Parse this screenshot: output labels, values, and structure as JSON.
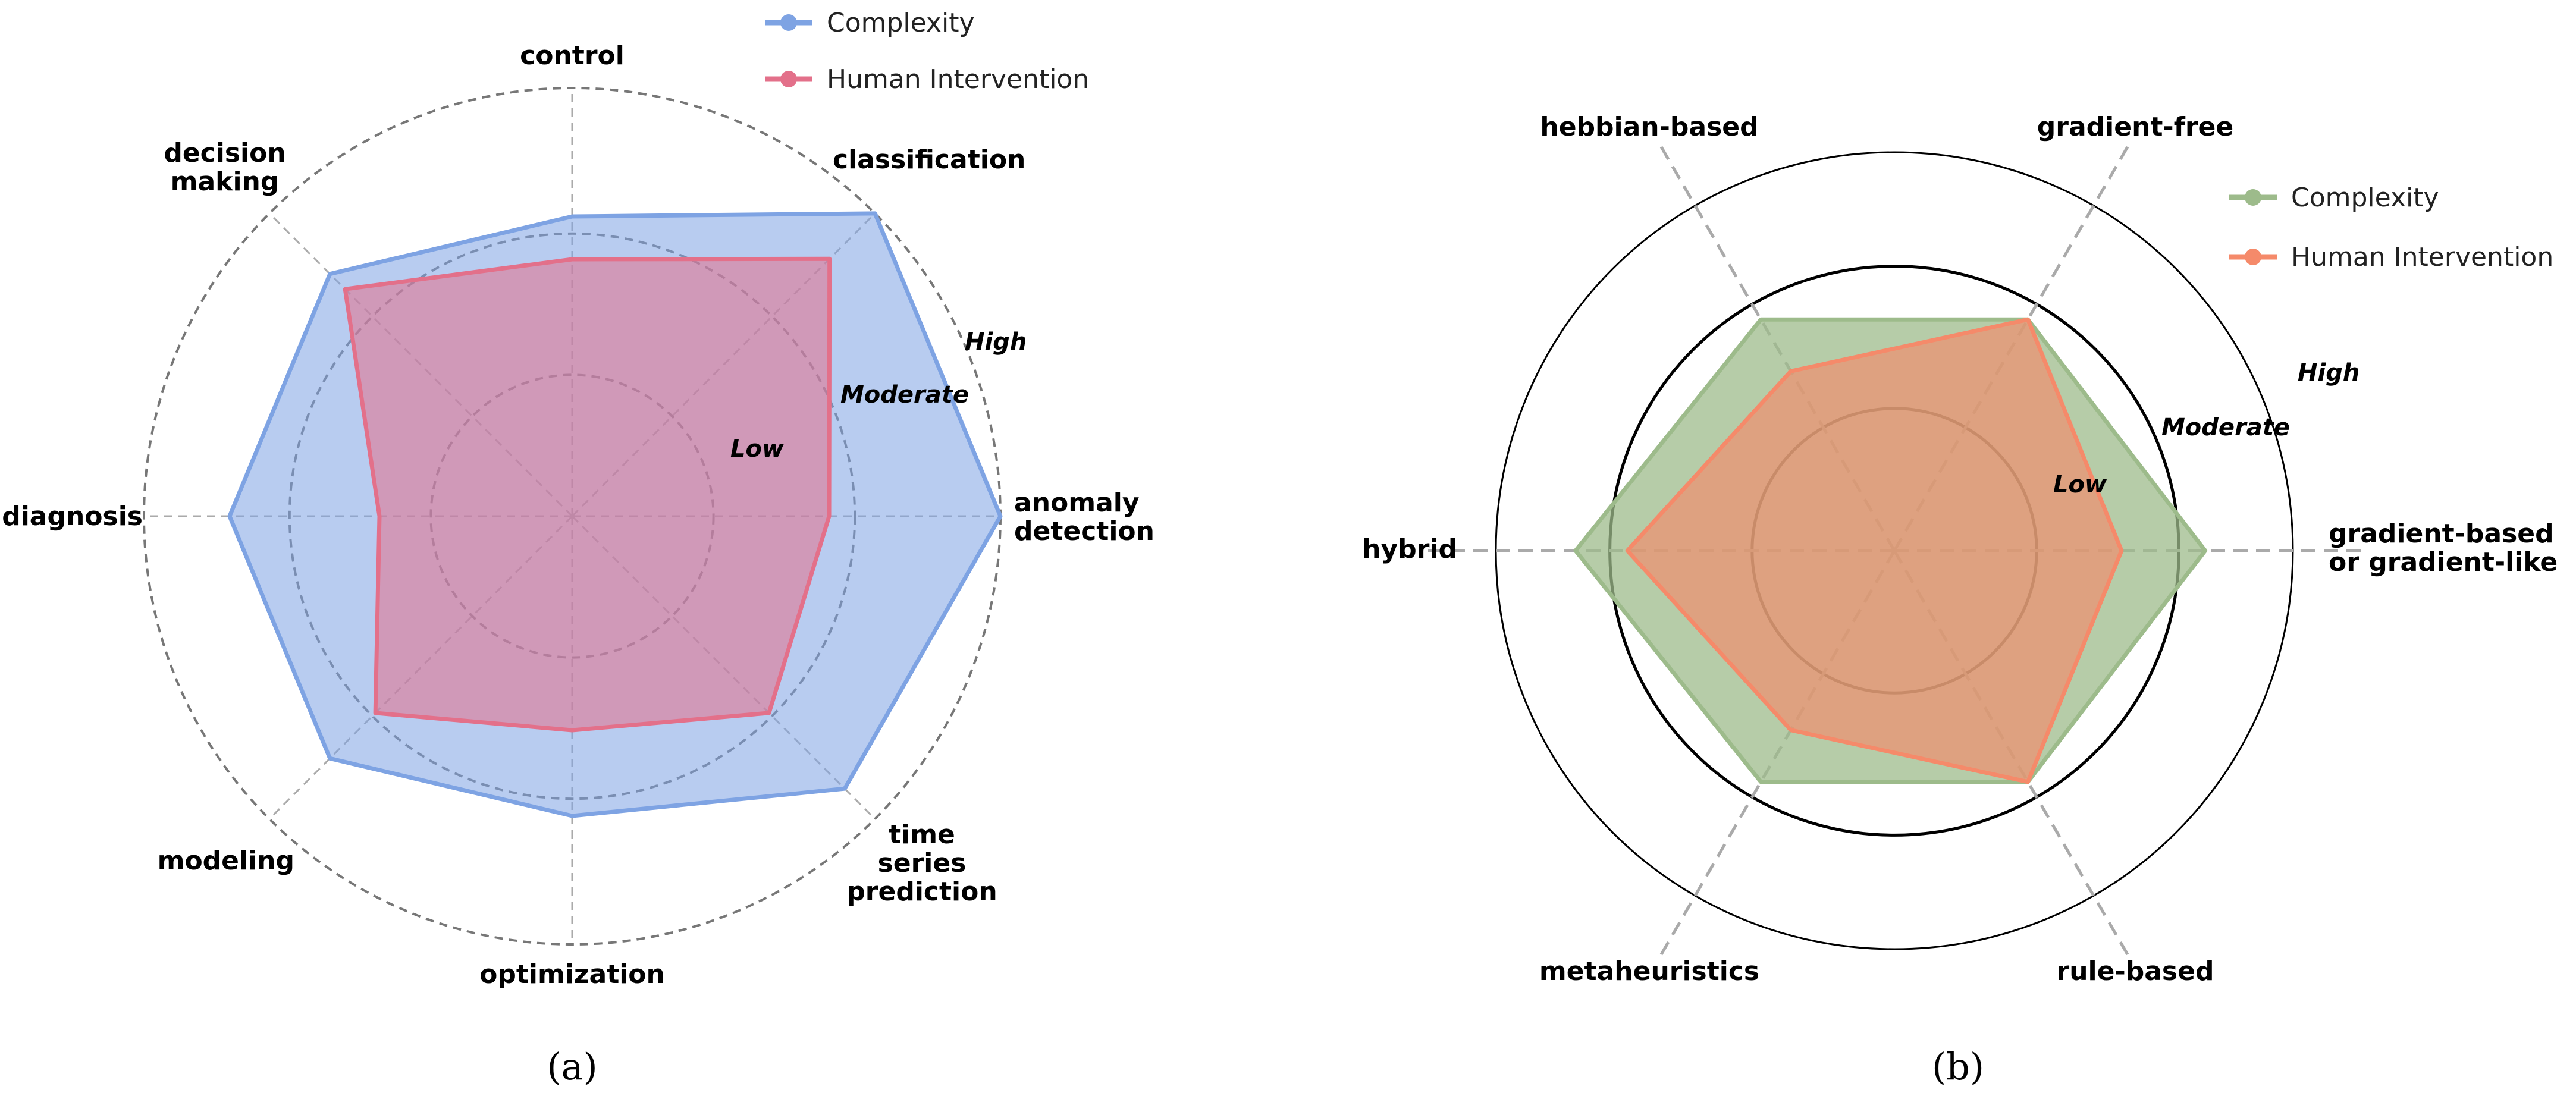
{
  "chart_data": [
    {
      "type": "radar",
      "caption": "(a)",
      "axes": [
        "control",
        "classification",
        "anomaly detection",
        "time series prediction",
        "optimization",
        "modeling",
        "diagnosis",
        "decision making"
      ],
      "levels": [
        "Low",
        "Moderate",
        "High"
      ],
      "rmax": 1.0,
      "series": [
        {
          "name": "Complexity",
          "color": "#7ea3e3",
          "values": [
            0.7,
            1.0,
            1.0,
            0.9,
            0.7,
            0.8,
            0.8,
            0.8
          ]
        },
        {
          "name": "Human Intervention",
          "color": "#e3708a",
          "values": [
            0.6,
            0.85,
            0.6,
            0.65,
            0.5,
            0.65,
            0.45,
            0.75
          ]
        }
      ],
      "grid": "dashed circles",
      "legend": "top-center"
    },
    {
      "type": "radar",
      "caption": "(b)",
      "axes": [
        "gradient-based or gradient-like",
        "gradient-free",
        "hebbian-based",
        "hybrid",
        "metaheuristics",
        "rule-based"
      ],
      "levels": [
        "Low",
        "Moderate",
        "High"
      ],
      "rmax": 1.0,
      "series": [
        {
          "name": "Complexity",
          "color": "#9dbb8b",
          "values": [
            0.78,
            0.67,
            0.67,
            0.8,
            0.67,
            0.67
          ]
        },
        {
          "name": "Human Intervention",
          "color": "#f58a6a",
          "values": [
            0.57,
            0.67,
            0.52,
            0.67,
            0.52,
            0.67
          ]
        }
      ],
      "grid": "solid circles",
      "legend": "top-right"
    }
  ]
}
